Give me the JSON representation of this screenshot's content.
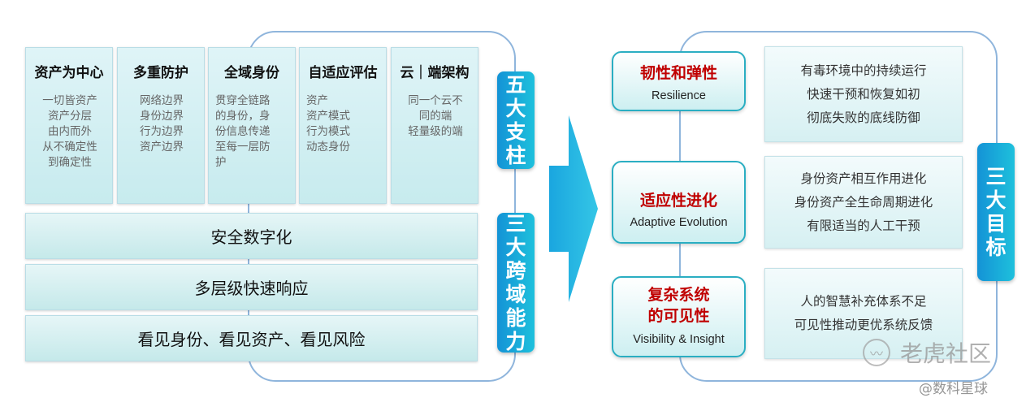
{
  "pillars": [
    {
      "title": "资产为中心",
      "lines": [
        "一切皆资产",
        "资产分层",
        "由内而外",
        "从不确定性",
        "到确定性"
      ]
    },
    {
      "title": "多重防护",
      "lines": [
        "网络边界",
        "身份边界",
        "行为边界",
        "资产边界"
      ]
    },
    {
      "title": "全域身份",
      "lines": [
        "贯穿全链路",
        "的身份，身",
        "份信息传递",
        "至每一层防",
        "护"
      ]
    },
    {
      "title": "自适应评估",
      "lines": [
        "资产",
        "资产模式",
        "行为模式",
        "动态身份"
      ]
    },
    {
      "title": "云｜端架构",
      "lines": [
        "同一个云不",
        "同的端",
        "轻量级的端"
      ]
    }
  ],
  "bands": [
    "安全数字化",
    "多层级快速响应",
    "看见身份、看见资产、看见风险"
  ],
  "tabs": {
    "five_pillars": [
      "五",
      "大",
      "支",
      "柱"
    ],
    "three_cross": [
      "三",
      "大",
      "跨",
      "域",
      "能",
      "力"
    ],
    "three_goals": [
      "三",
      "大",
      "目",
      "标"
    ]
  },
  "goals": [
    {
      "title": [
        "韧性和弹性"
      ],
      "subtitle": "Resilience"
    },
    {
      "title": [
        "适应性进化"
      ],
      "subtitle": "Adaptive Evolution"
    },
    {
      "title": [
        "复杂系统",
        "的可见性"
      ],
      "subtitle": "Visibility & Insight"
    }
  ],
  "descriptions": [
    [
      "有毒环境中的持续运行",
      "快速干预和恢复如初",
      "彻底失败的底线防御"
    ],
    [
      "身份资产相互作用进化",
      "身份资产全生命周期进化",
      "有限适当的人工干预"
    ],
    [
      "人的智慧补充体系不足",
      "可见性推动更优系统反馈"
    ]
  ],
  "watermark": {
    "brand": "老虎社区",
    "handle": "@数科星球"
  },
  "colors": {
    "tab": "#1493d6",
    "goal_title": "#c00000",
    "goal_border": "#2aaec2",
    "frame": "#8fb5dc"
  }
}
